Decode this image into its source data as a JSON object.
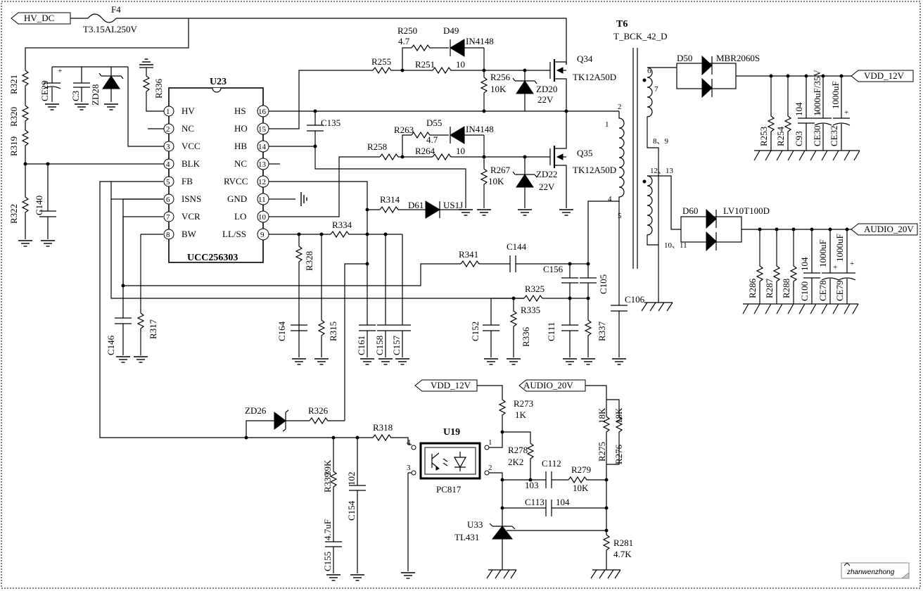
{
  "nets": {
    "hv_dc": "HV_DC",
    "vdd_12v": "VDD_12V",
    "audio_20v": "AUDIO_20V",
    "vdd_12v_fb": "VDD_12V",
    "audio_20v_fb": "AUDIO_20V"
  },
  "fuse": {
    "ref": "F4",
    "value": "T3.15AL250V"
  },
  "controller": {
    "ref": "U23",
    "part": "UCC256303",
    "left_pins": [
      {
        "num": "1",
        "name": "HV"
      },
      {
        "num": "2",
        "name": "NC"
      },
      {
        "num": "3",
        "name": "VCC"
      },
      {
        "num": "4",
        "name": "BLK"
      },
      {
        "num": "5",
        "name": "FB"
      },
      {
        "num": "6",
        "name": "ISNS"
      },
      {
        "num": "7",
        "name": "VCR"
      },
      {
        "num": "8",
        "name": "BW"
      }
    ],
    "right_pins": [
      {
        "num": "16",
        "name": "HS"
      },
      {
        "num": "15",
        "name": "HO"
      },
      {
        "num": "14",
        "name": "HB"
      },
      {
        "num": "13",
        "name": "NC"
      },
      {
        "num": "12",
        "name": "RVCC"
      },
      {
        "num": "11",
        "name": "GND"
      },
      {
        "num": "10",
        "name": "LO"
      },
      {
        "num": "9",
        "name": "LL/SS"
      }
    ]
  },
  "transformer": {
    "ref": "T6",
    "part": "T_BCK_42_D",
    "pins": {
      "p2": "2",
      "p1": "1",
      "p4": "4",
      "p5": "5",
      "p6": "6",
      "p7": "7",
      "p89": "8、9",
      "p1213": "12、13",
      "p1011": "10、11"
    }
  },
  "mosfets": {
    "q34": {
      "ref": "Q34",
      "part": "TK12A50D"
    },
    "q35": {
      "ref": "Q35",
      "part": "TK12A50D"
    }
  },
  "diodes": {
    "d49": {
      "ref": "D49",
      "part": "IN4148"
    },
    "d55": {
      "ref": "D55",
      "part": "IN4148"
    },
    "d61": {
      "ref": "D61",
      "part": "US1J"
    },
    "d50": {
      "ref": "D50",
      "part": "MBR2060S"
    },
    "d60": {
      "ref": "D60",
      "part": "LV10T100D"
    },
    "zd20": {
      "ref": "ZD20",
      "value": "22V"
    },
    "zd22": {
      "ref": "ZD22",
      "value": "22V"
    },
    "zd28": {
      "ref": "ZD28"
    },
    "zd26": {
      "ref": "ZD26"
    }
  },
  "resistors": {
    "r321": "R321",
    "r320": "R320",
    "r319": "R319",
    "r322": "R322",
    "r336a": "R336",
    "r336b": "R336",
    "r250": {
      "ref": "R250",
      "value": "4.7"
    },
    "r255": "R255",
    "r251": {
      "ref": "R251",
      "value": "10"
    },
    "r256": {
      "ref": "R256",
      "value": "10K"
    },
    "r263": {
      "ref": "R263",
      "value": "4.7"
    },
    "r258": "R258",
    "r264": {
      "ref": "R264",
      "value": "10"
    },
    "r267": {
      "ref": "R267",
      "value": "10K"
    },
    "r314": "R314",
    "r334": "R334",
    "r328": "R328",
    "r315": "R315",
    "r341": "R341",
    "r325": "R325",
    "r335": "R335",
    "r337": "R337",
    "r317": "R317",
    "r326": "R326",
    "r318": "R318",
    "r339": {
      "ref": "R339",
      "value": "39K"
    },
    "r273": {
      "ref": "R273",
      "value": "1K"
    },
    "r278": {
      "ref": "R278",
      "value": "2K2"
    },
    "r279": {
      "ref": "R279",
      "value": "10K"
    },
    "r275": {
      "ref": "R275",
      "value": "18K"
    },
    "r276": {
      "ref": "R276",
      "value": "18K"
    },
    "r281": {
      "ref": "R281",
      "value": "4.7K"
    },
    "r253": "R253",
    "r254": "R254",
    "r286": "R286",
    "r287": "R287",
    "r288": "R288"
  },
  "capacitors": {
    "ce29": "CE29",
    "c3": "C3",
    "c140": "C140",
    "c135": "C135",
    "c144": "C144",
    "c156": "C156",
    "c105": "C105",
    "c106": "C106",
    "c164": "C164",
    "c161": "C161",
    "c158": "C158",
    "c157": "C157",
    "c152": "C152",
    "c111": "C111",
    "c146": "C146",
    "c154": {
      "ref": "C154",
      "value": "102"
    },
    "c155": {
      "ref": "C155",
      "value": "4.7uF"
    },
    "c112": {
      "ref": "C112",
      "value": "103"
    },
    "c113": {
      "ref": "C113",
      "value": "104"
    },
    "c93": {
      "ref": "C93",
      "value": "104"
    },
    "ce30": {
      "ref": "CE30",
      "value": "1000uF/35V"
    },
    "ce32": {
      "ref": "CE32",
      "value": "1000uF"
    },
    "c100": {
      "ref": "C100",
      "value": "104"
    },
    "ce78": {
      "ref": "CE78",
      "value": "1000uF"
    },
    "ce79": {
      "ref": "CE79",
      "value": "1000uF"
    }
  },
  "optocoupler": {
    "ref": "U19",
    "part": "PC817",
    "pins": [
      "1",
      "2",
      "4",
      "3"
    ]
  },
  "shunt": {
    "ref": "U33",
    "part": "TL431"
  },
  "watermark": "zhanwenzhong"
}
